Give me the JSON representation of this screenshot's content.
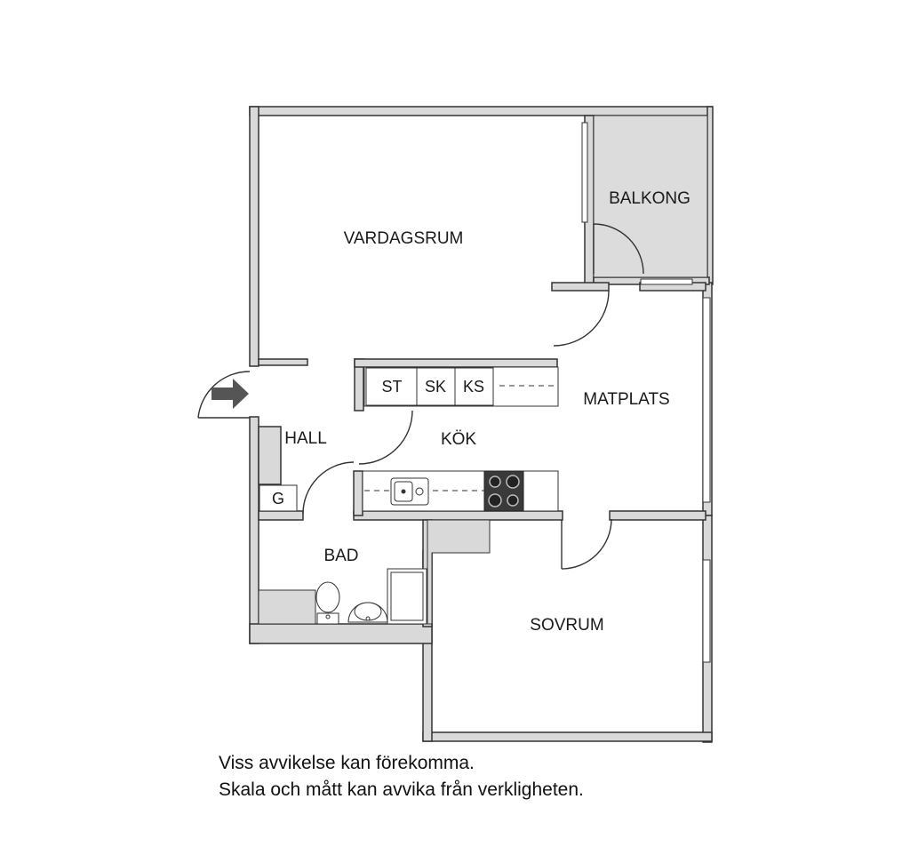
{
  "rooms": {
    "vardagsrum": "VARDAGSRUM",
    "balkong": "BALKONG",
    "matplats": "MATPLATS",
    "kok": "KÖK",
    "hall": "HALL",
    "bad": "BAD",
    "sovrum": "SOVRUM"
  },
  "appliances": {
    "st": "ST",
    "sk": "SK",
    "ks": "KS",
    "g": "G"
  },
  "disclaimer": {
    "line1": "Viss avvikelse kan förekomma.",
    "line2": "Skala och mått kan avvika från verkligheten."
  },
  "colors": {
    "wall": "#d9d9d9",
    "wall_outline": "#333333",
    "balcony_fill": "#dcdcdc",
    "cooktop": "#3a3a3a",
    "entrance_arrow": "#555555"
  }
}
